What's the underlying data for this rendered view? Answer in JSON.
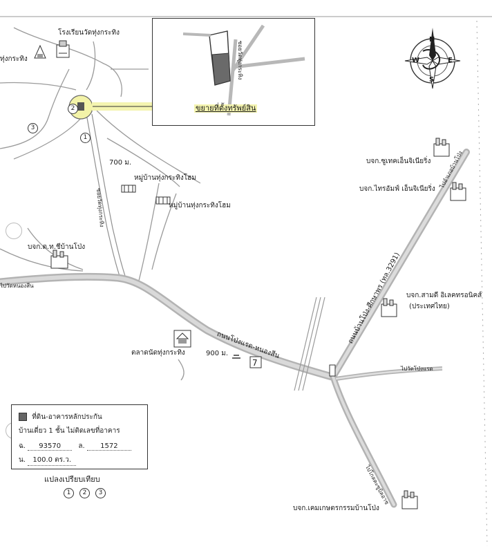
{
  "landmarks": {
    "school": "โรงเรียนวัดทุ่งกระทิง",
    "temple_left": "ทุ่งกระทิง",
    "village_1": "หมู่บ้านทุ่งกระทิงโฮม",
    "village_2": "หมู่บ้านทุ่งกระทิงโฮม",
    "market": "ตลาดนัดทุ่งกระทิง"
  },
  "distances": {
    "d700": "700 ม.",
    "d900": "900 ม."
  },
  "roads": {
    "soi_vertical": "ซอยวัดทุ่งกระทิง",
    "main_road": "ถนนโป่งแรด-หนองสีน",
    "highway": "ถนนบ้านโป่ง-ศึกษาพร (ทล.3291)",
    "to_nong_sin": "ไปวัดหนองสีน",
    "to_pong_raet": "ไปวัดโป่งแรด",
    "to_ban_pong_top": "ไปอำเภอบ้านโป่ง",
    "to_ban_pong_bottom": "ไปโกลคะซูบิลอาช"
  },
  "factories": {
    "f1": "บจก.ซูเทคเอ็นจิเนียริ่ง",
    "f2": "บจก.ไทรอัมฟ์ เอ็นจิเนียริ่ง",
    "f3": "บจก.ต.ท.ชีบ้านโป่ง",
    "f4_line1": "บจก.สามดี อิเลคทรอนิคส์",
    "f4_line2": "(ประเทศไทย)",
    "f5": "บจก.เคมเกษตรกรรมบ้านโป่ง"
  },
  "inset": {
    "title": "ขยายที่ตั้งทรัพย์สิน",
    "road_label": "ซอยวัดทุ่งกระทิง"
  },
  "compass": {
    "n": "N",
    "s": "S",
    "e": "E",
    "w": "W"
  },
  "markers": [
    "1",
    "2",
    "3"
  ],
  "legend": {
    "swatch_label": "ที่ดิน-อาคารหลักประกัน",
    "building": "บ้านเดี่ยว 1 ชั้น ไม่ติดเลขที่อาคาร",
    "chanot_prefix": "ฉ.",
    "chanot_value": "93570",
    "land_no_prefix": "ล.",
    "land_no_value": "1572",
    "area_prefix": "น.",
    "area_value": "100.0 ตร.ว.",
    "compare_title": "แปลงเปรียบเทียบ",
    "compare_items": [
      "1",
      "2",
      "3"
    ]
  }
}
